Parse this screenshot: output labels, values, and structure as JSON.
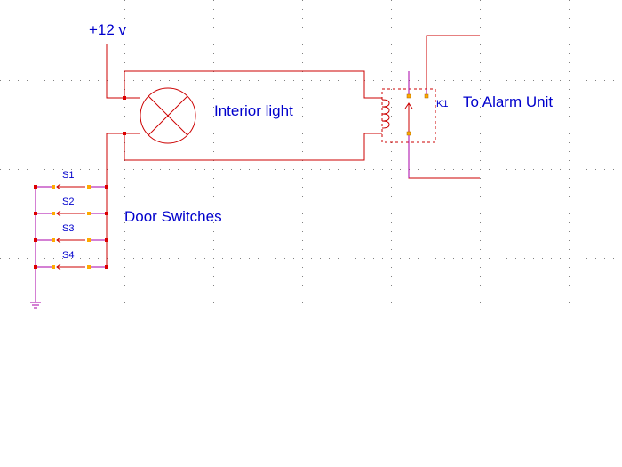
{
  "labels": {
    "supply": "+12 v",
    "lamp": "Interior light",
    "relay": "K1",
    "alarm": "To Alarm Unit",
    "switches": "Door Switches"
  },
  "switches": [
    "S1",
    "S2",
    "S3",
    "S4"
  ],
  "colors": {
    "wire": "#cc0000",
    "switch_wire": "#aa00aa",
    "label": "#0000cc",
    "grid_dot": "#808080",
    "junction": "#dd0000",
    "contact": "#ffaa00"
  }
}
